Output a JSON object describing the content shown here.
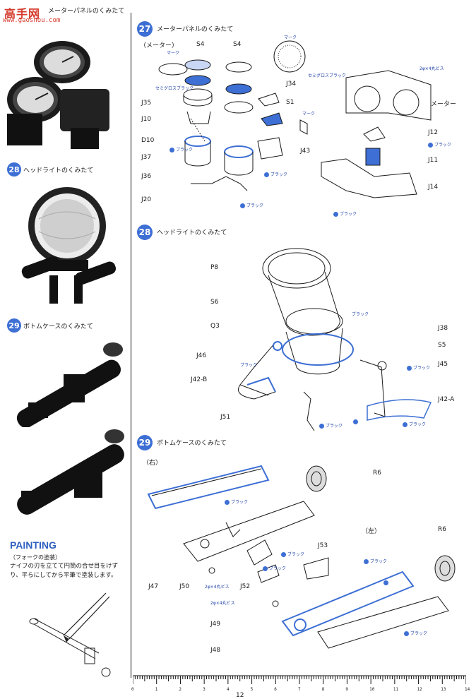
{
  "watermark": {
    "logo": "高手网",
    "url": "www.gaoshou.com"
  },
  "sidebar": {
    "step27_title": "メーターパネルのくみたて",
    "step28_title": "ヘッドライトのくみたて",
    "step29_title": "ボトムケースのくみたて",
    "painting_title": "PAINTING",
    "painting_sub": "（フォークの塗装）",
    "painting_text": "ナイフの刃を立てて円筒の合せ目をけずり、平らにしてから平筆で塗装します。"
  },
  "step27": {
    "num": "27",
    "title": "メーターパネルのくみたて",
    "subtitle": "（メーター）",
    "labels": [
      "S4",
      "S4",
      "マーク",
      "マーク",
      "セミグロスブラック",
      "セミグロスブラック",
      "J35",
      "J34",
      "S1",
      "J10",
      "マーク",
      "D10",
      "J37",
      "J43",
      "J36",
      "J20",
      "ブラック",
      "ブラック",
      "ブラック",
      "2φ×4丸ビス",
      "メーター",
      "J12",
      "J11",
      "J14",
      "ブラック",
      "ブラック"
    ]
  },
  "step28": {
    "num": "28",
    "title": "ヘッドライトのくみたて",
    "labels": [
      "P8",
      "S6",
      "Q3",
      "J46",
      "J42-B",
      "J51",
      "J38",
      "S5",
      "J45",
      "J42-A",
      "ブラック",
      "ブラック",
      "ブラック",
      "ブラック",
      "ブラック"
    ]
  },
  "step29": {
    "num": "29",
    "title": "ボトムケースのくみたて",
    "right_label": "（右）",
    "left_label": "（左）",
    "labels": [
      "R6",
      "R6",
      "J47",
      "J50",
      "J52",
      "J53",
      "J49",
      "J48",
      "ブラック",
      "ブラック",
      "ブラック",
      "ブラック",
      "ブラック",
      "2φ×4丸ビス",
      "2φ×4丸ビス"
    ]
  },
  "ruler": {
    "ticks": [
      "0",
      "1",
      "2",
      "3",
      "4",
      "5",
      "6",
      "7",
      "8",
      "9",
      "10",
      "11",
      "12",
      "13",
      "14"
    ]
  },
  "page_number": "12",
  "colors": {
    "accent": "#3d6fd4",
    "ink": "#111111"
  }
}
